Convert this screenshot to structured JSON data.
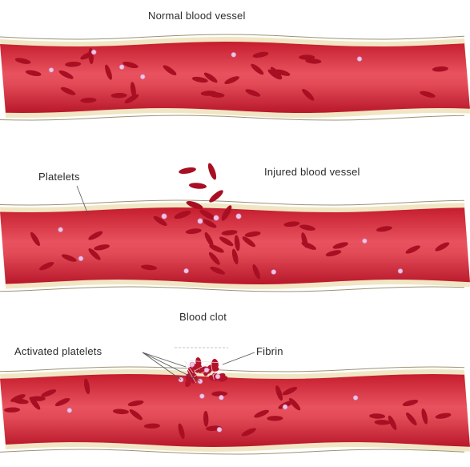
{
  "labels": {
    "normal": "Normal blood vessel",
    "platelets": "Platelets",
    "injured": "Injured blood vessel",
    "clot": "Blood clot",
    "activated": "Activated platelets",
    "fibrin": "Fibrin"
  },
  "colors": {
    "vessel_dark": "#c21a2c",
    "vessel_light": "#e5505c",
    "vessel_wall": "#f1e6c4",
    "red_cell": "#a80f22",
    "platelet": "#f0c2e6"
  },
  "panels": [
    {
      "name": "normal-vessel"
    },
    {
      "name": "injured-vessel"
    },
    {
      "name": "clotted-vessel"
    }
  ]
}
